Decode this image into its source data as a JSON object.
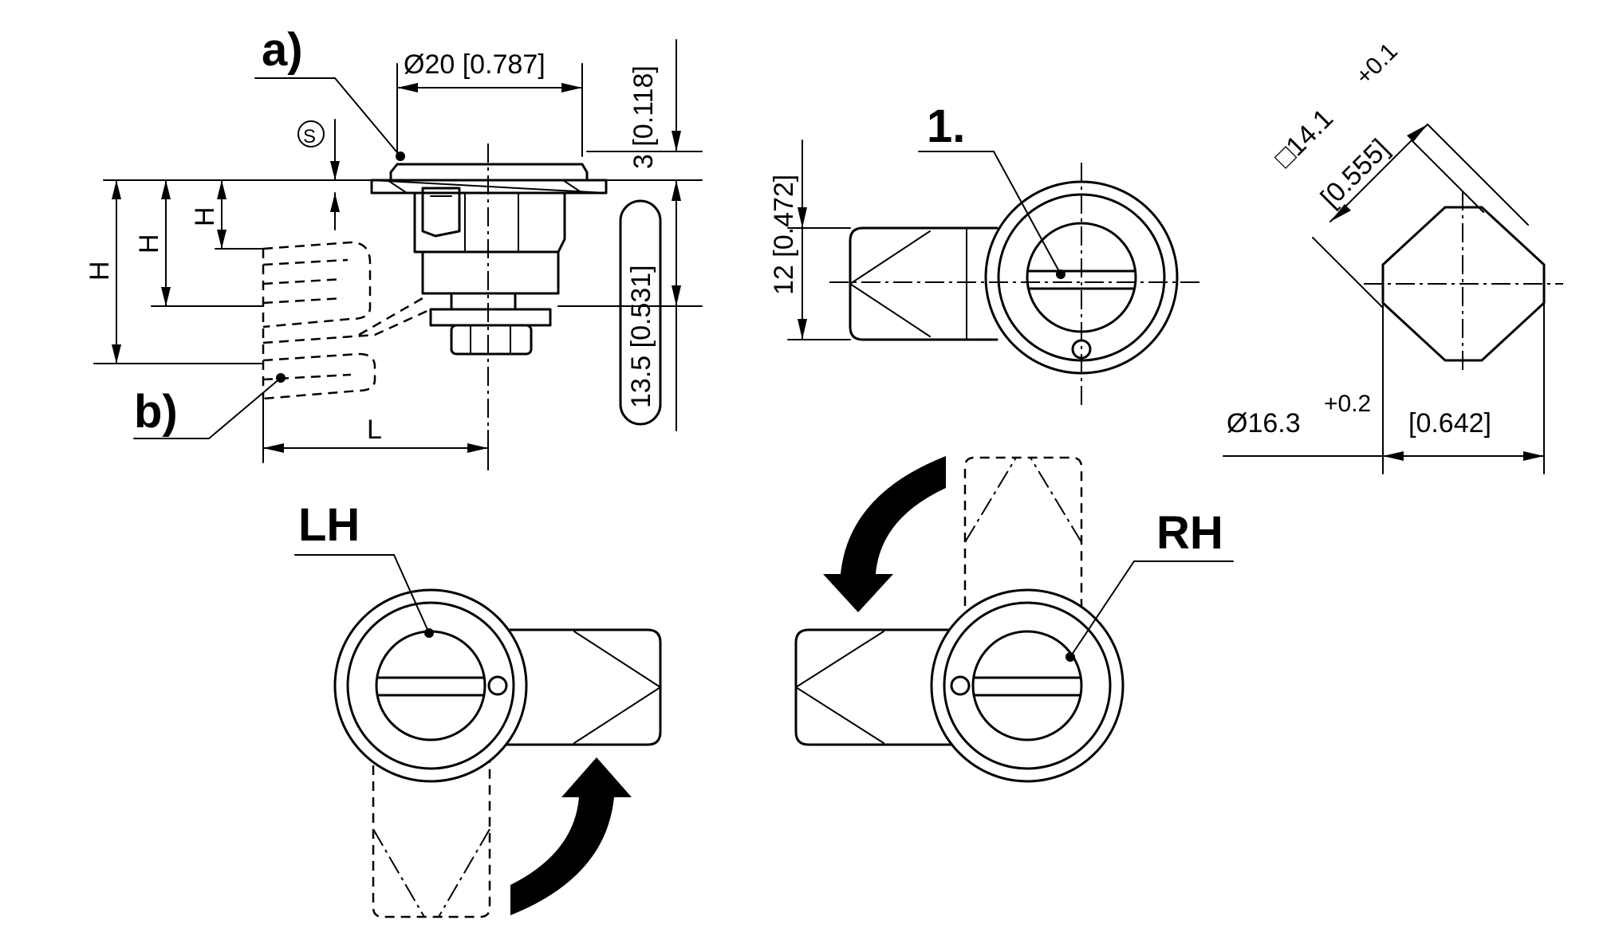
{
  "labels": {
    "a": "a)",
    "b": "b)",
    "one": "1.",
    "lh": "LH",
    "rh": "RH",
    "s_symbol": "S",
    "h": "H",
    "l": "L"
  },
  "dimensions": {
    "dia20": "Ø20 [0.787]",
    "d3": "3 [0.118]",
    "d13_5": "13.5 [0.531]",
    "d12": "12 [0.472]",
    "sq14_1": "□14.1",
    "sq14_1_tol": "+0.1",
    "sq14_1_in": "[0.555]",
    "dia16_3": "Ø16.3",
    "dia16_3_tol": "+0.2",
    "dia16_3_in": "[0.642]"
  }
}
